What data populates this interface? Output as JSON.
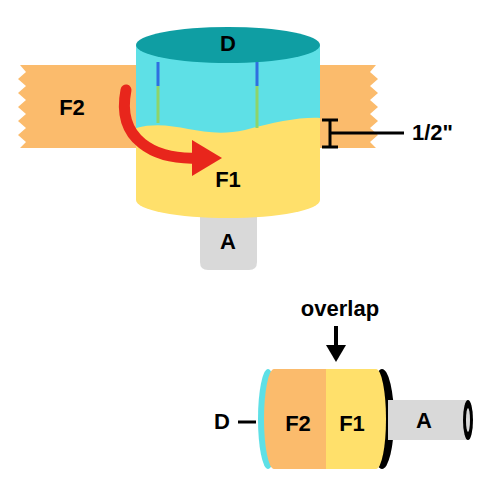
{
  "diagram": {
    "nodes": [
      {
        "text": [
          "D"
        ]
      },
      {
        "text": [
          "F2"
        ]
      },
      {
        "text": [
          "F1"
        ]
      },
      {
        "text": [
          "A"
        ]
      },
      {
        "text": [
          "F2"
        ]
      },
      {
        "text": [
          "F1"
        ]
      },
      {
        "text": [
          "A"
        ]
      }
    ],
    "labels": [
      "1/2\"",
      "overlap",
      "D"
    ]
  }
}
